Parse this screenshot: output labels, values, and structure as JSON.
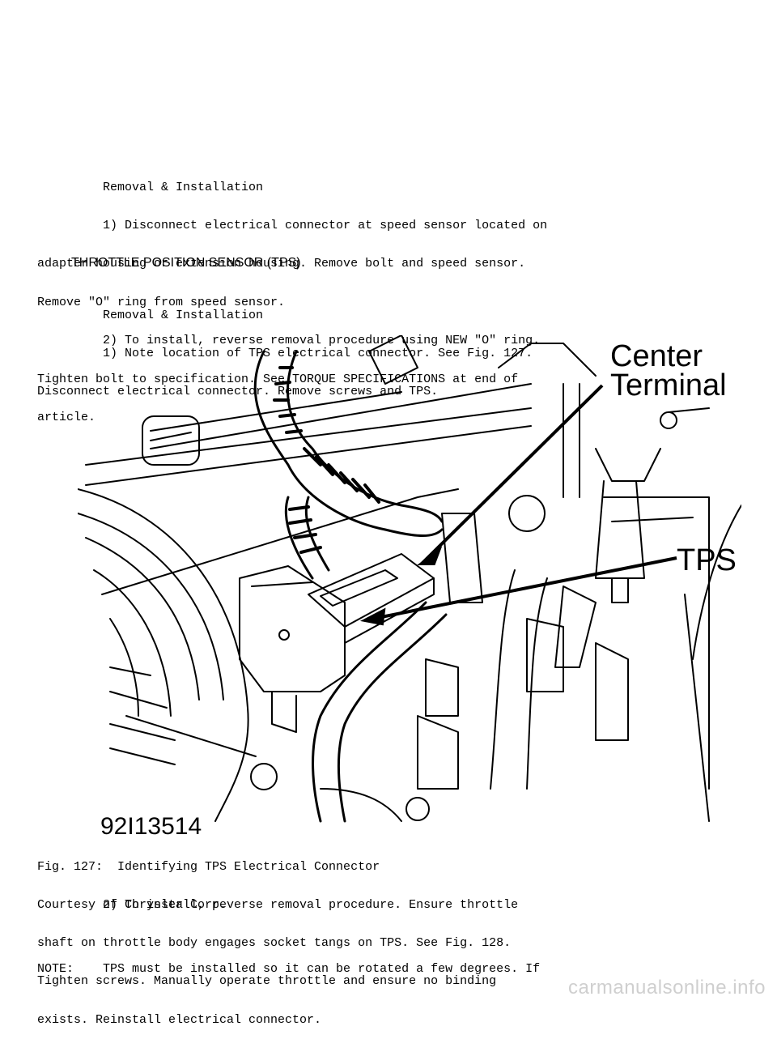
{
  "block1": {
    "lines": [
      "         Removal & Installation",
      "         1) Disconnect electrical connector at speed sensor located on",
      "adapter housing or extension housing. Remove bolt and speed sensor.",
      "Remove \"O\" ring from speed sensor.",
      "         2) To install, reverse removal procedure using NEW \"O\" ring.",
      "Tighten bolt to specification. See TORQUE SPECIFICATIONS at end of",
      "article."
    ]
  },
  "section_heading": "THROTTLE POSITION SENSOR (TPS)",
  "block2": {
    "lines": [
      "         Removal & Installation",
      "         1) Note location of TPS electrical connector. See Fig. 127.",
      "Disconnect electrical connector. Remove screws and TPS."
    ]
  },
  "figure": {
    "callout_center": [
      "Center",
      "Terminal"
    ],
    "callout_tps": "TPS",
    "figure_id": "92I13514"
  },
  "caption": {
    "lines": [
      "Fig. 127:  Identifying TPS Electrical Connector",
      "Courtesy of Chrysler Corp."
    ]
  },
  "block3": {
    "lines": [
      "         2) To install, reverse removal procedure. Ensure throttle",
      "shaft on throttle body engages socket tangs on TPS. See Fig. 128.",
      "Tighten screws. Manually operate throttle and ensure no binding",
      "exists. Reinstall electrical connector."
    ]
  },
  "note": {
    "lines": [
      "NOTE:    TPS must be installed so it can be rotated a few degrees. If"
    ]
  },
  "watermark": "carmanualsonline.info"
}
